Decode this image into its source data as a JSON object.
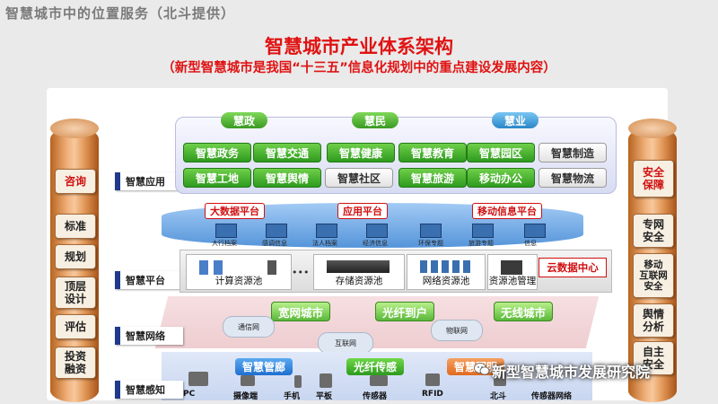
{
  "header": {
    "title": "智慧城市中的位置服务（北斗提供）"
  },
  "main": {
    "title": "智慧城市产业体系架构",
    "subtitle": "（新型智慧城市是我国“十三五”信息化规划中的重点建设发展内容）"
  },
  "left_column": {
    "items": [
      "咨询",
      "标准",
      "规划",
      "顶层\n设计",
      "评估",
      "投资\n融资"
    ]
  },
  "right_column": {
    "items": [
      "安全\n保障",
      "专网\n安全",
      "移动\n互联网\n安全",
      "舆情\n分析",
      "自主\n安全"
    ]
  },
  "layers": {
    "application": {
      "label": "智慧应用",
      "categories": [
        "慧政",
        "慧民",
        "慧业"
      ],
      "buttons": [
        "智慧政务",
        "智慧交通",
        "智慧健康",
        "智慧教育",
        "智慧园区",
        "智慧制造",
        "智慧工地",
        "智慧舆情",
        "智慧社区",
        "智慧旅游",
        "移动办公",
        "智慧物流"
      ]
    },
    "platform": {
      "label": "智慧平台",
      "platforms": [
        "大数据平台",
        "应用平台",
        "移动信息平台"
      ],
      "sub_labels": [
        "大行档案",
        "感调信息",
        "法人档案",
        "经济信息",
        "环保专题",
        "旅游专题",
        "信息"
      ],
      "resources": [
        "计算资源池",
        "存储资源池",
        "网络资源池",
        "资源池管理"
      ],
      "ellipsis": "•••",
      "cloud_center": "云数据中心"
    },
    "network": {
      "label": "智慧网络",
      "items": [
        "宽网城市",
        "光纤到户",
        "无线城市"
      ],
      "clouds": [
        "通信网",
        "互联网",
        "物联网"
      ]
    },
    "sensing": {
      "label": "智慧感知",
      "items": [
        "智慧管廊",
        "光纤传感",
        "智慧照明"
      ],
      "devices": [
        "PC",
        "摄像端",
        "手机",
        "平板",
        "传感器",
        "RFID",
        "北斗",
        "传感器网络"
      ]
    }
  },
  "watermark": {
    "text": "新型智慧城市发展研究院"
  },
  "colors": {
    "title_red": "#e01212",
    "green": "#2e9a1e",
    "blue_label": "#1f3a8a",
    "pillar": "#e39a5a"
  }
}
